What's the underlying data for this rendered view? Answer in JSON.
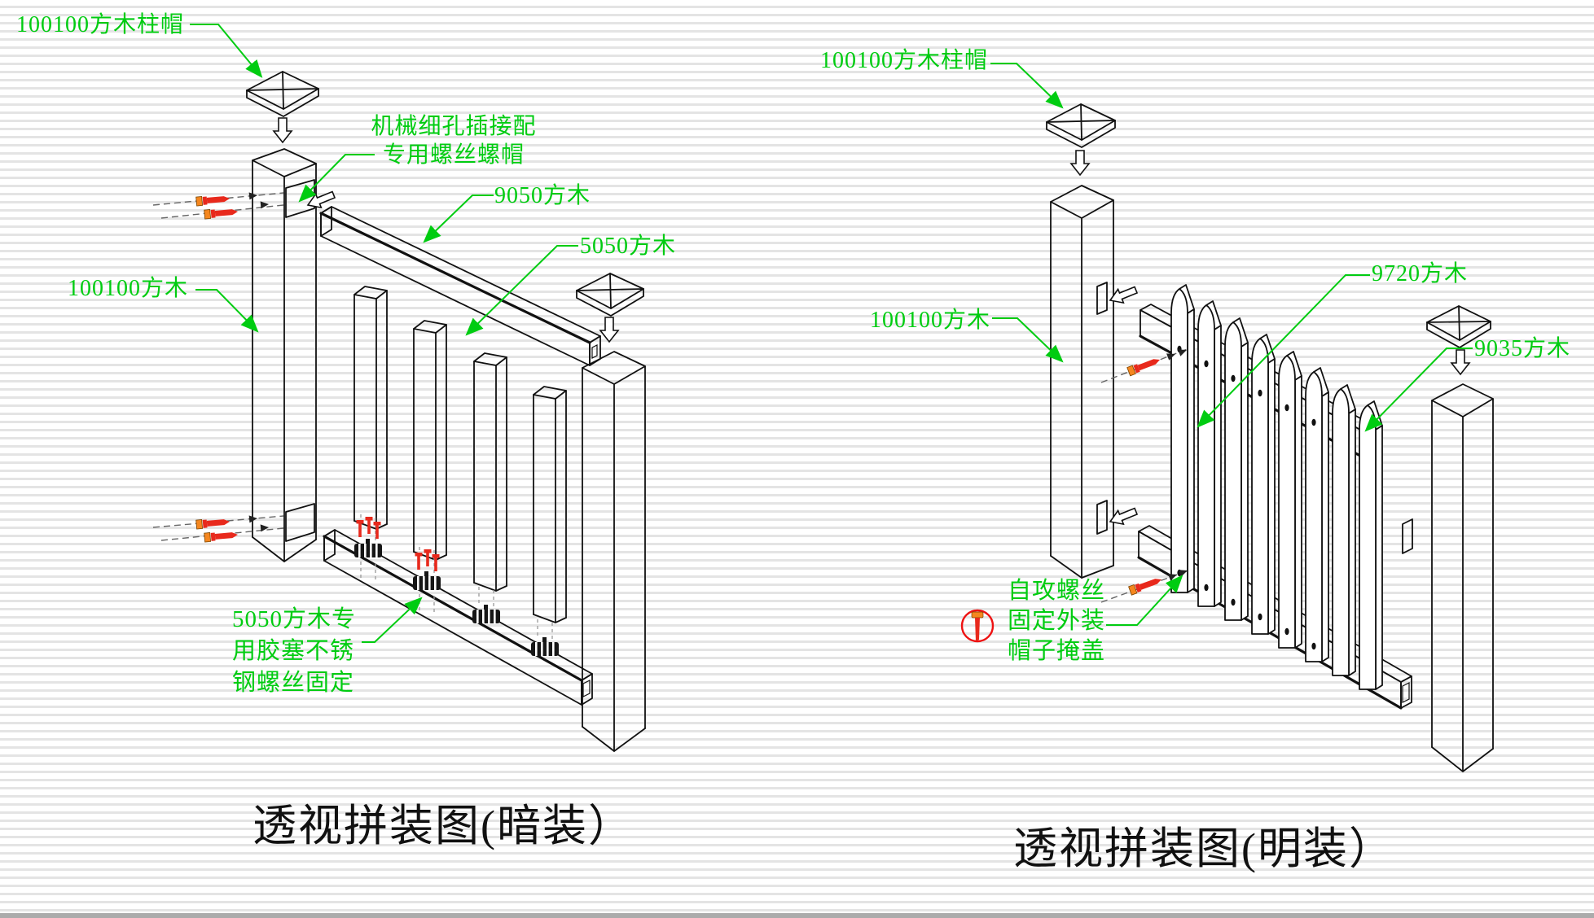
{
  "colors": {
    "label_green": "#00cc11",
    "screw_red": "#e8291c",
    "plug_orange": "#f5871f",
    "line_black": "#111111",
    "badge_red": "#ee1111"
  },
  "left_diagram": {
    "cap_label": "100100方木柱帽",
    "joint_label": "机械细孔插接配\n专用螺丝螺帽",
    "top_rail_label": "9050方木",
    "baluster_label": "5050方木",
    "post_label": "100100方木",
    "fixing_label": "5050方木专\n用胶塞不锈\n钢螺丝固定",
    "title": "透视拼装图(暗装）"
  },
  "right_diagram": {
    "cap_label": "100100方木柱帽",
    "post_label": "100100方木",
    "rail_label": "9720方木",
    "slat_label": "9035方木",
    "screw_note": "自攻螺丝\n固定外装\n帽子掩盖",
    "title": "透视拼装图(明装）"
  }
}
